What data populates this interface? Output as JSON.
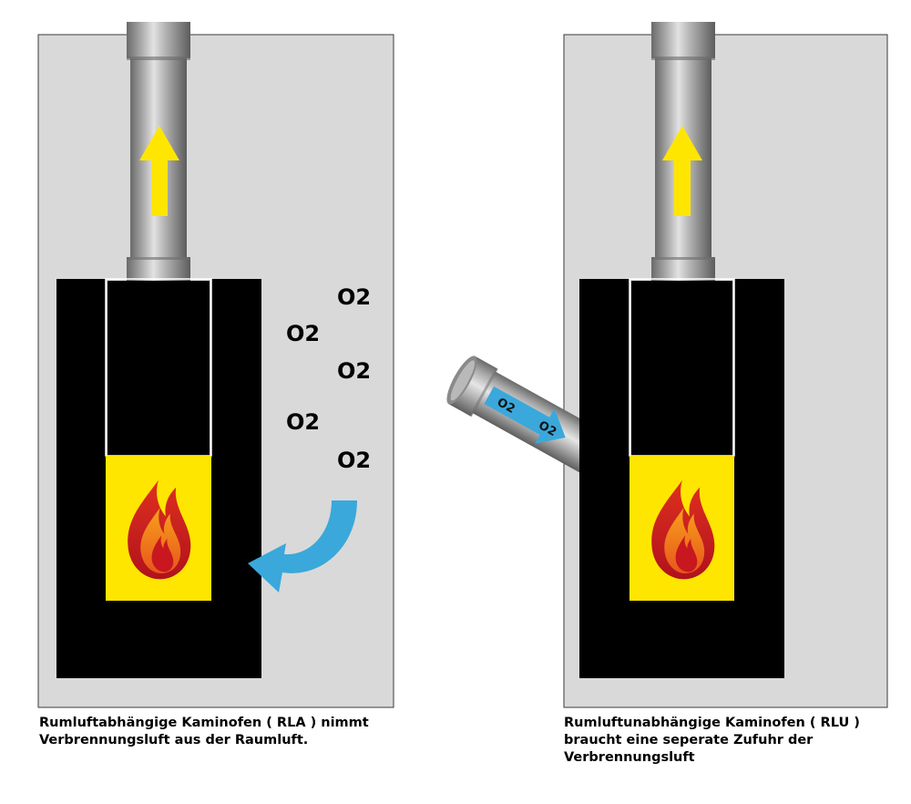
{
  "colors": {
    "wall": "#d9d9d9",
    "stove": "#000000",
    "firebox": "#ffe600",
    "flame_outer": "#c8171e",
    "flame_inner": "#f07d1a",
    "draft_arrow": "#ffe600",
    "air_arrow": "#3aa8db",
    "pipe": "#9a9a9a"
  },
  "left_panel": {
    "o2_labels": [
      "O2",
      "O2",
      "O2",
      "O2",
      "O2"
    ],
    "caption_lines": [
      "Rumluftabhängige Kaminofen ( RLA ) nimmt",
      "Verbrennungsluft aus der Raumluft."
    ]
  },
  "right_panel": {
    "pipe_o2_labels": [
      "O2",
      "O2"
    ],
    "caption_lines": [
      "Rumluftunabhängige Kaminofen ( RLU )",
      "braucht eine seperate Zufuhr der",
      "Verbrennungsluft"
    ]
  }
}
